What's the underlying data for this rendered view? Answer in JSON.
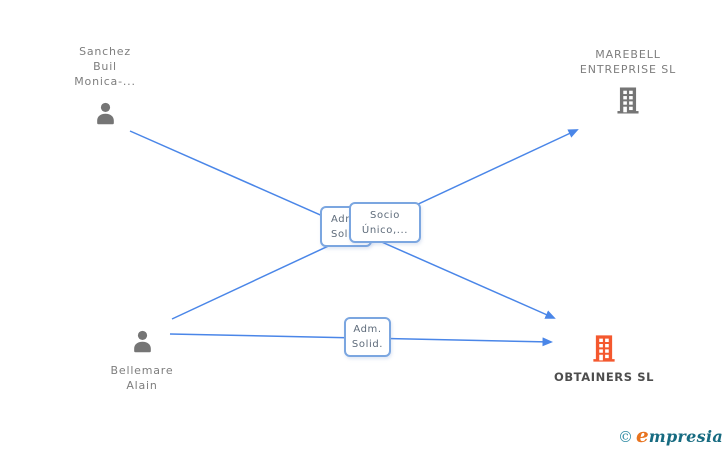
{
  "diagram": {
    "type": "corporate-relationship-graph",
    "background": "#ffffff"
  },
  "nodes": {
    "sanchez": {
      "label": "Sanchez\nBuil\nMonica-...",
      "type": "person"
    },
    "marebell": {
      "label": "MAREBELL\nENTREPRISE SL",
      "type": "company"
    },
    "bellemare": {
      "label": "Bellemare\nAlain",
      "type": "person"
    },
    "obtainers": {
      "label": "OBTAINERS SL",
      "type": "company",
      "highlighted": true
    }
  },
  "edges": [
    {
      "from": "sanchez",
      "to": "obtainers",
      "label": "Adm.\nSoli..."
    },
    {
      "from": "bellemare",
      "to": "marebell",
      "label": "Socio\nÚnico,..."
    },
    {
      "from": "bellemare",
      "to": "obtainers",
      "label": "Adm.\nSolid."
    }
  ],
  "colors": {
    "edge_blue": "#4a86e8",
    "box_border_blue": "#7ba6e0",
    "box_text": "#5e6b7a",
    "node_gray": "#757575",
    "label_gray": "#7e7e7e",
    "highlight_orange": "#f4582e",
    "highlight_text": "#4d4d4d",
    "logo_teal": "#176b81",
    "logo_orange": "#e8731e"
  },
  "logo": {
    "copyright": "©",
    "brand_initial": "e",
    "brand_rest": "mpresia"
  }
}
